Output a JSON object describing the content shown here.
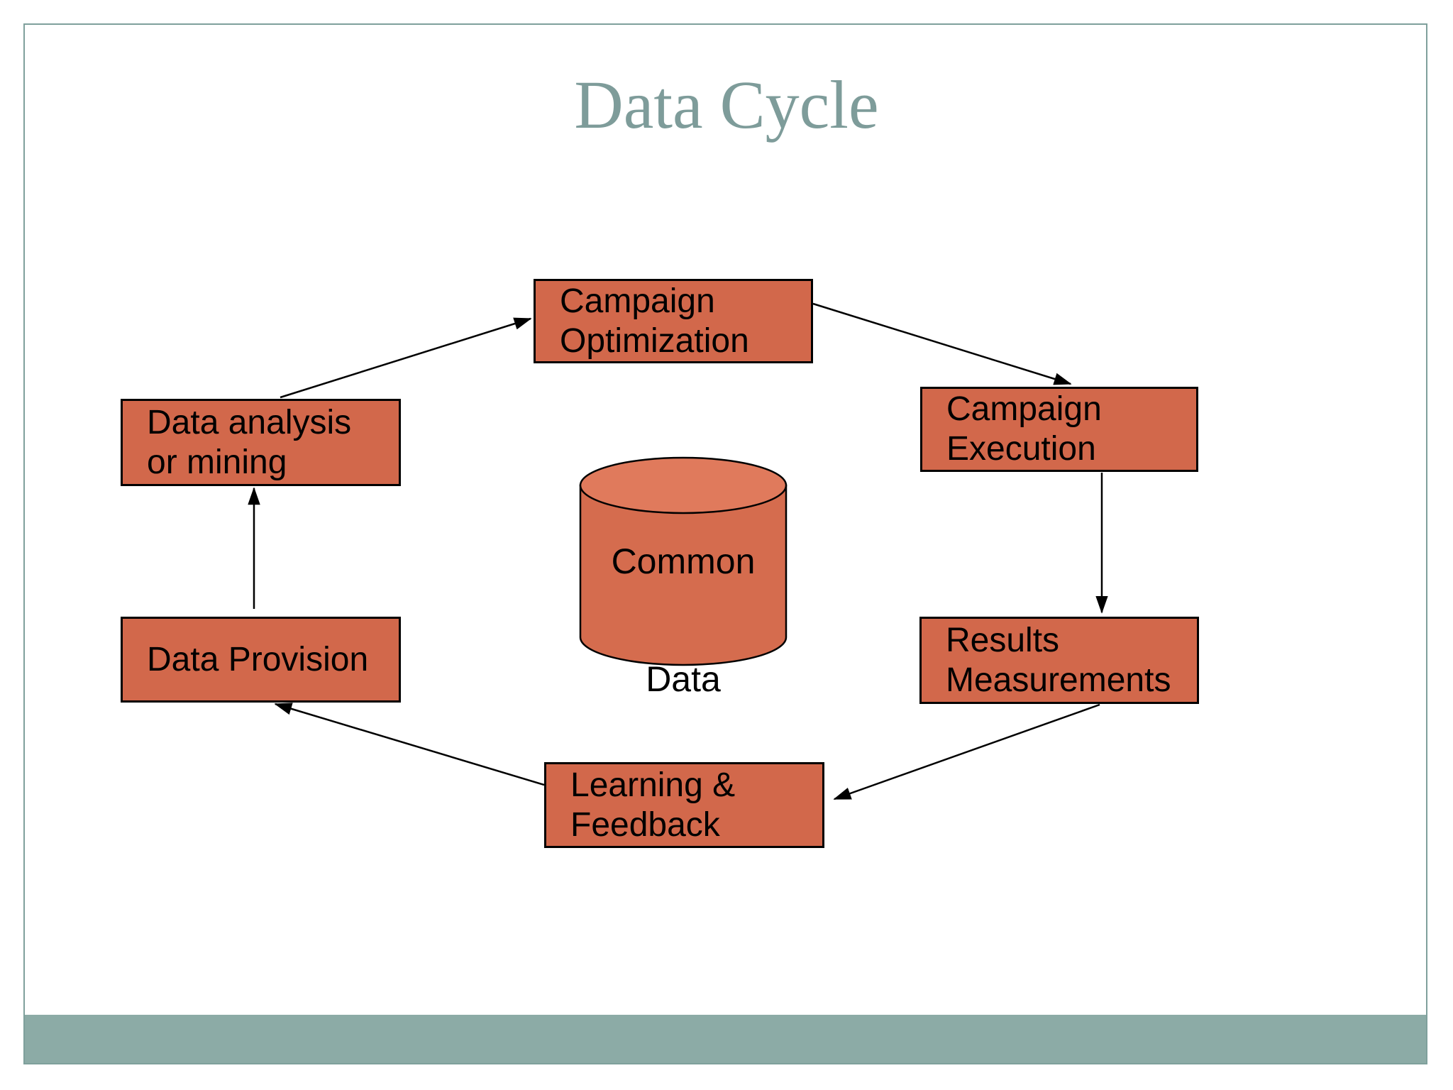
{
  "slide": {
    "title": "Data Cycle"
  },
  "diagram": {
    "nodes": [
      {
        "id": "campaign-optimization",
        "line1": "Campaign",
        "line2": "Optimization"
      },
      {
        "id": "campaign-execution",
        "line1": "Campaign",
        "line2": "Execution"
      },
      {
        "id": "results-measurements",
        "line1": "Results",
        "line2": "Measurements"
      },
      {
        "id": "learning-feedback",
        "line1": "Learning &",
        "line2": "Feedback"
      },
      {
        "id": "data-provision",
        "line1": "Data Provision",
        "line2": ""
      },
      {
        "id": "data-analysis-mining",
        "line1": "Data analysis",
        "line2": "or mining"
      }
    ],
    "cylinder": {
      "label_line1": "Common",
      "label_line2": "Data"
    },
    "arrows": [
      {
        "from": "data-analysis-mining",
        "to": "campaign-optimization"
      },
      {
        "from": "campaign-optimization",
        "to": "campaign-execution"
      },
      {
        "from": "campaign-execution",
        "to": "results-measurements"
      },
      {
        "from": "results-measurements",
        "to": "learning-feedback"
      },
      {
        "from": "learning-feedback",
        "to": "data-provision"
      },
      {
        "from": "data-provision",
        "to": "data-analysis-mining"
      }
    ],
    "colors": {
      "node_fill": "#d2684b",
      "node_border": "#000000",
      "cylinder_body_fill": "#d56c4e",
      "cylinder_top_fill": "#e07a5c",
      "title_text": "#7e9c9a",
      "footer_bar": "#8caba6",
      "slide_border": "#7fa09c",
      "background": "#ffffff"
    }
  }
}
